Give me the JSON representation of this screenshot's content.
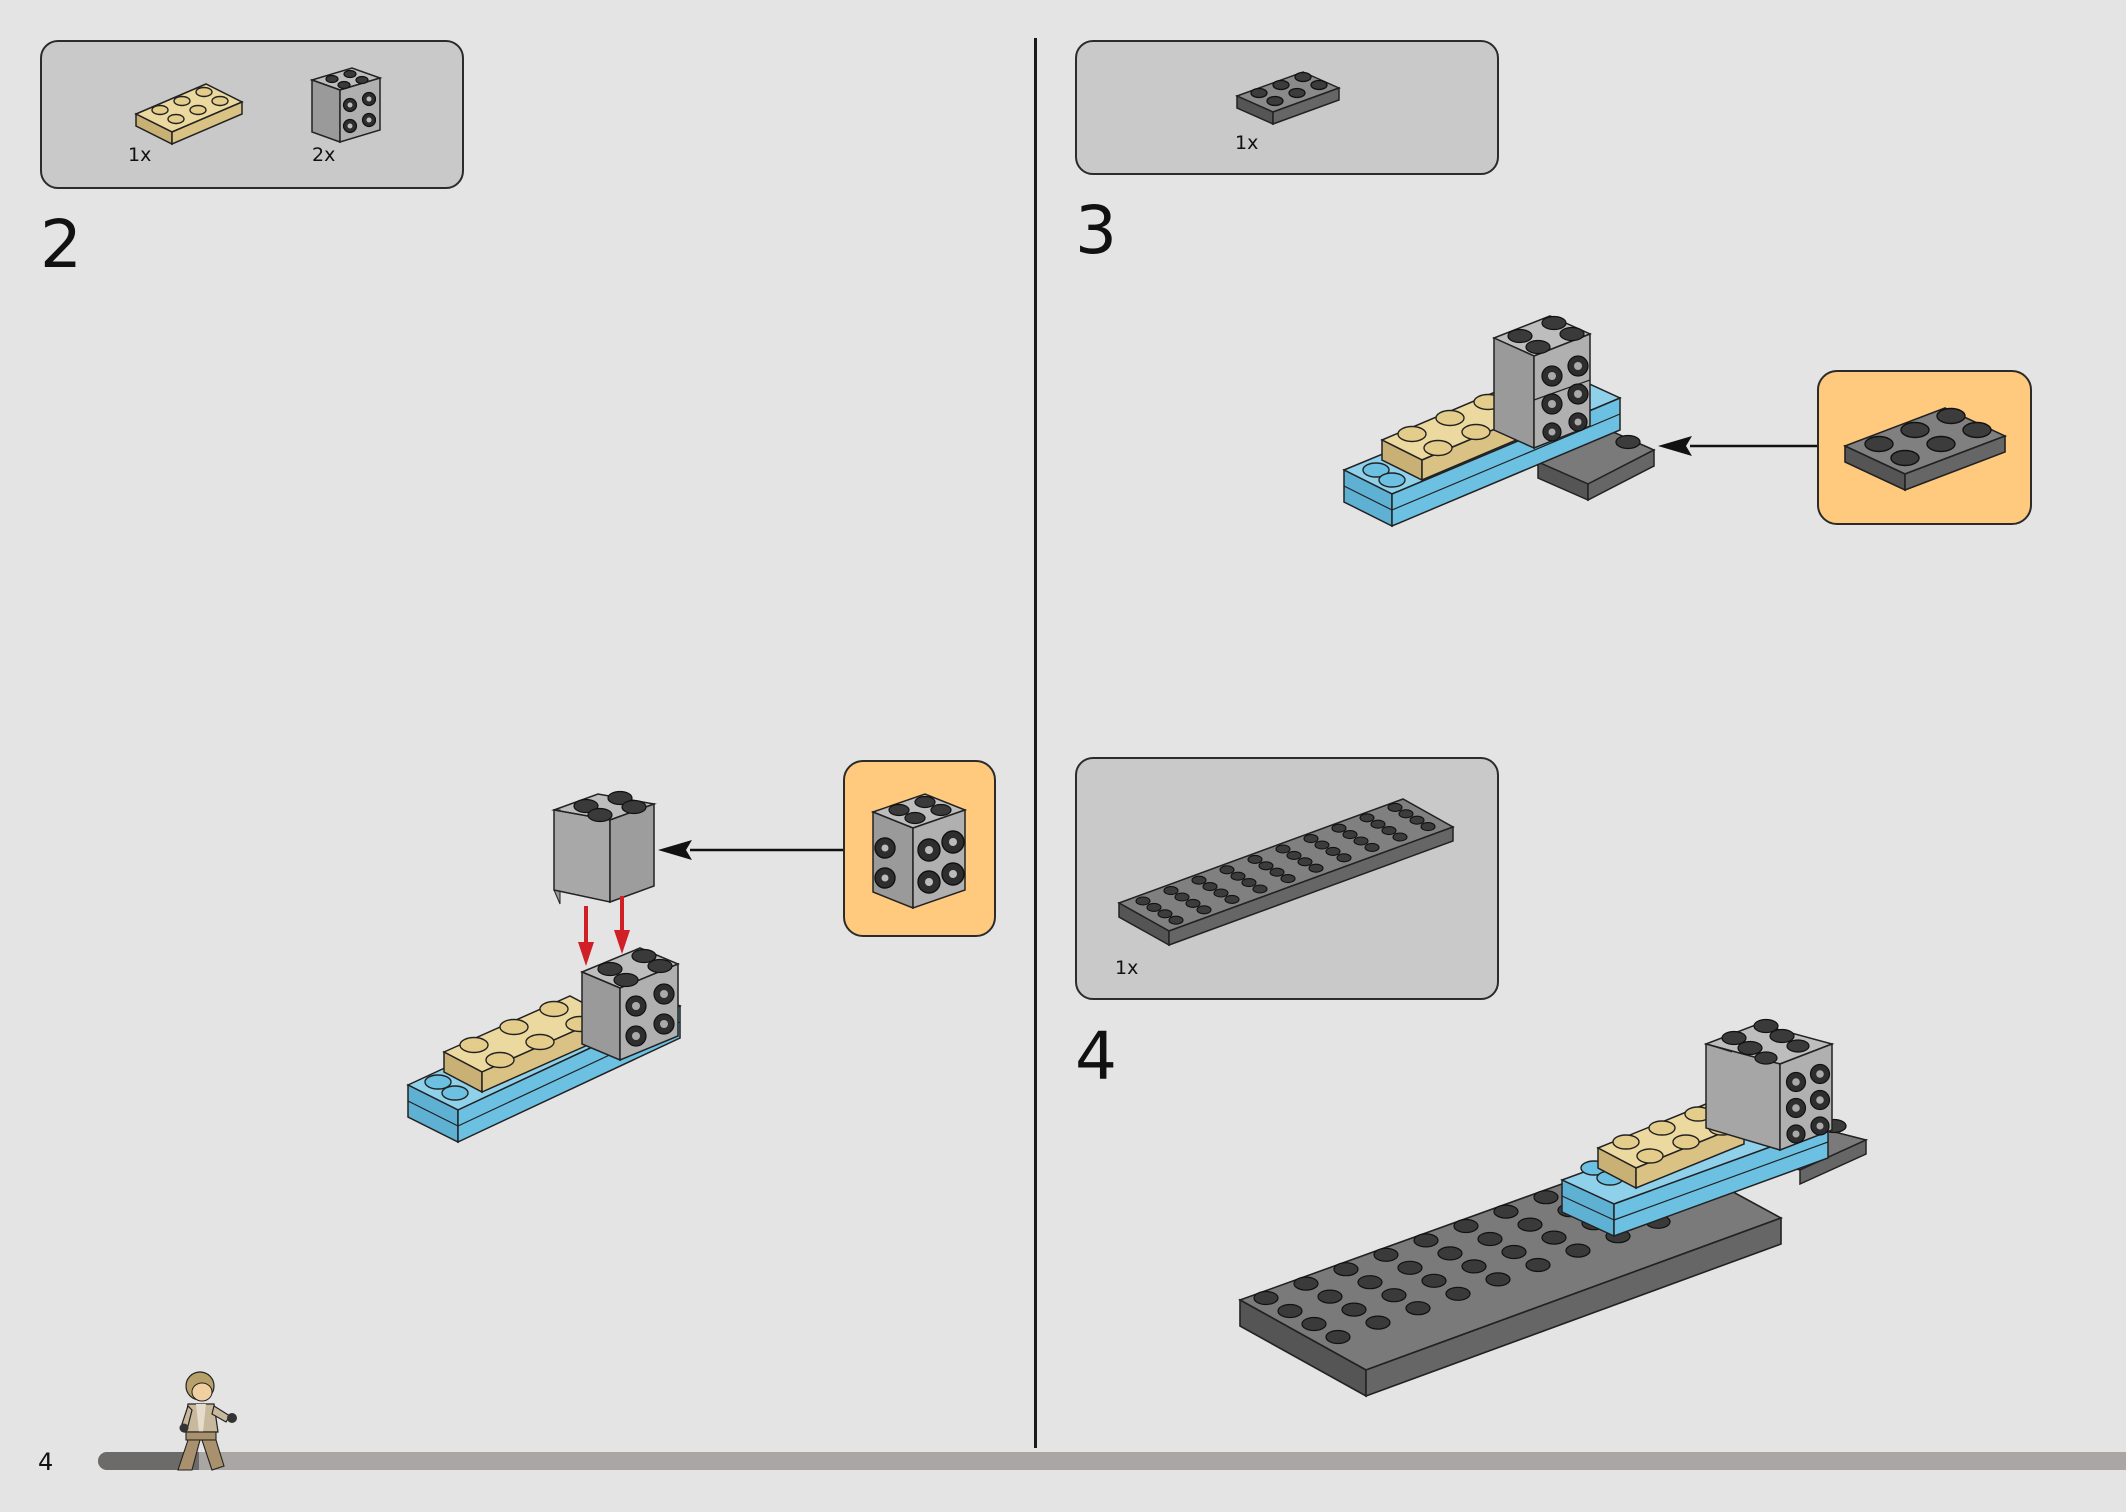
{
  "page": {
    "number": "4",
    "progress_fraction": 0.05
  },
  "steps": [
    {
      "number": "2",
      "parts": [
        {
          "quantity": "1x",
          "part": "tan 2x3 plate"
        },
        {
          "quantity": "2x",
          "part": "light grey 2x2 brick with studs on side"
        }
      ]
    },
    {
      "number": "3",
      "parts": [
        {
          "quantity": "1x",
          "part": "dark grey 2x3 plate"
        }
      ]
    },
    {
      "number": "4",
      "parts": [
        {
          "quantity": "1x",
          "part": "dark grey 4x10 plate"
        }
      ]
    }
  ],
  "colors": {
    "background": "#e4e4e4",
    "parts_box": "#c9c9c9",
    "callout": "#ffca7e",
    "tan": "#e4cd8b",
    "light_grey": "#a3a3a3",
    "dark_grey": "#6a6a6a",
    "medium_azure": "#6cc0e2",
    "arrow_red": "#d11f26"
  },
  "icons": [
    "minifigure-icon",
    "arrow-left-icon",
    "arrow-down-red-icon"
  ]
}
